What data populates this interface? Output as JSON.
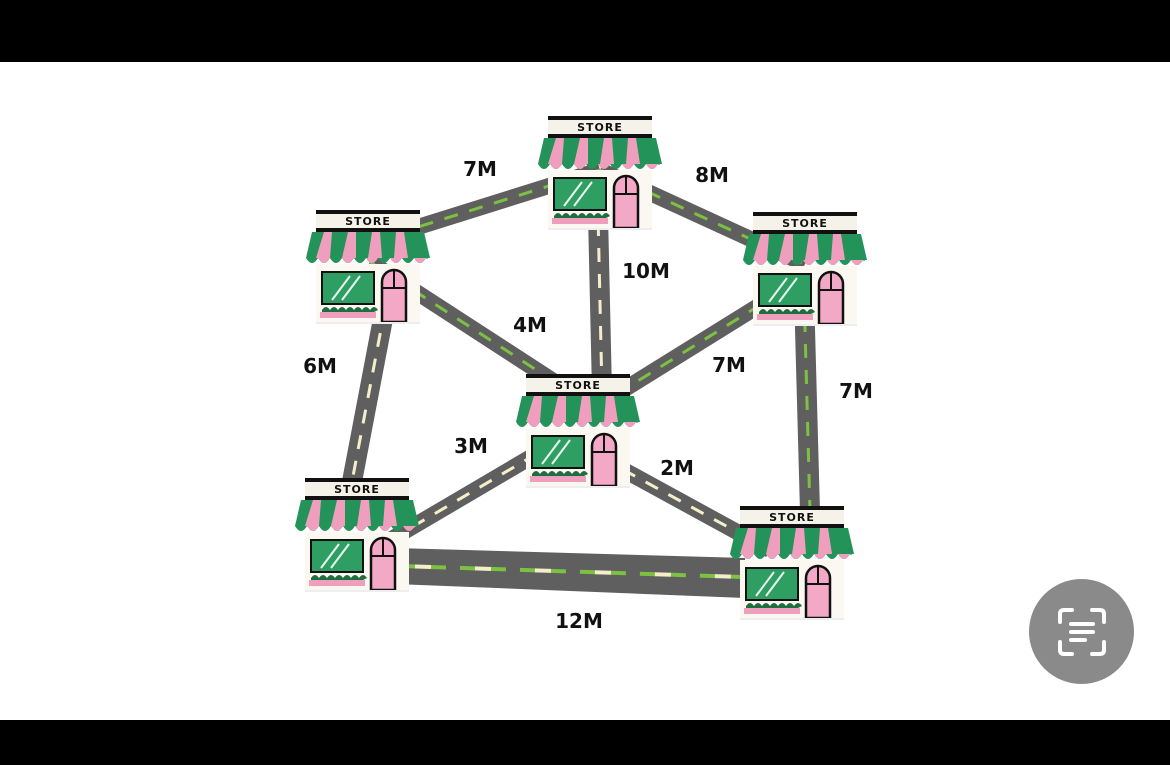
{
  "diagram": {
    "store_sign": "STORE",
    "distances": {
      "top_left": "7M",
      "top_right": "8M",
      "top_center": "10M",
      "left_center": "4M",
      "left_bottom": "6M",
      "right_center": "7M",
      "right_bottom": "7M",
      "bottomleft_center": "3M",
      "bottomright_center": "2M",
      "bottom": "12M"
    }
  },
  "overlay": {
    "scan_button_icon": "text-scan-icon"
  },
  "colors": {
    "road": "#5f5f5f",
    "dash_green": "#7cc142",
    "dash_cream": "#f4efc9",
    "awning_green": "#23935a",
    "awning_pink": "#ef9fbd",
    "window_green": "#2e9e63",
    "door_pink": "#f3a8c6",
    "scan_button": "#8a8a8a"
  }
}
